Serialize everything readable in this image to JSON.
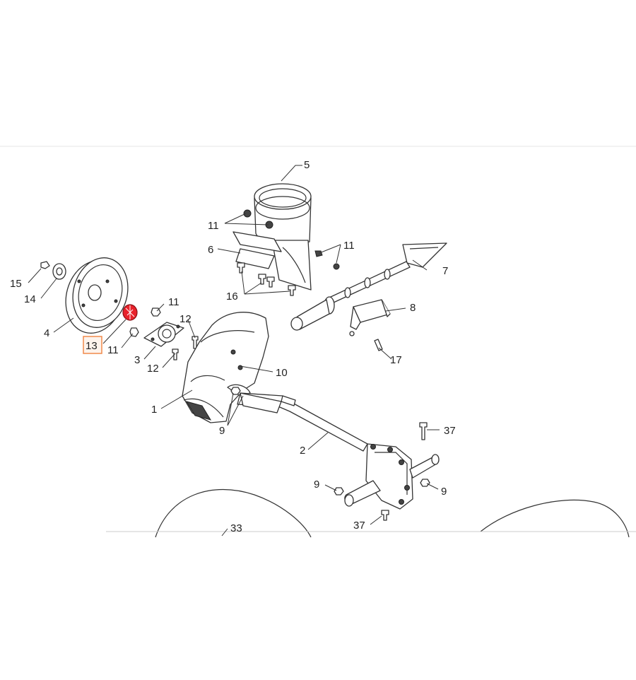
{
  "colors": {
    "line": "#333333",
    "highlight_part": "#e8222b",
    "highlight_box": "#f08a4b",
    "background": "#ffffff"
  },
  "labels": {
    "p1": "1",
    "p2": "2",
    "p3": "3",
    "p4": "4",
    "p5": "5",
    "p6": "6",
    "p7": "7",
    "p8": "8",
    "p9a": "9",
    "p9b": "9",
    "p9c": "9",
    "p10": "10",
    "p11a": "11",
    "p11b": "11",
    "p11c": "11",
    "p11d": "11",
    "p12a": "12",
    "p12b": "12",
    "p13": "13",
    "p14": "14",
    "p15": "15",
    "p16": "16",
    "p17": "17",
    "p33": "33",
    "p37a": "37",
    "p37b": "37"
  },
  "highlighted_part": "13"
}
